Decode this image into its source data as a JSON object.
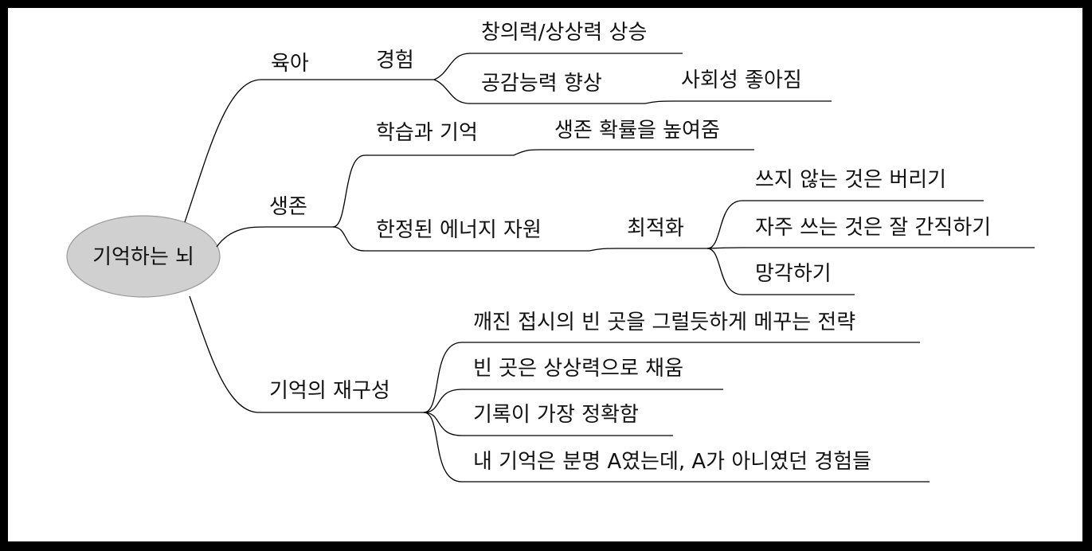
{
  "root": {
    "label": "기억하는 뇌",
    "fill": "#d0d0d0"
  },
  "branches": {
    "parenting": {
      "label": "육아",
      "experience": {
        "label": "경험",
        "creativity": "창의력/상상력 상승",
        "empathy": "공감능력 향상",
        "sociality": "사회성 좋아짐"
      }
    },
    "survival": {
      "label": "생존",
      "learning": {
        "label": "학습과 기억",
        "survival_rate": "생존 확률을 높여줌"
      },
      "energy": {
        "label": "한정된 에너지 자원",
        "optimization": {
          "label": "최적화",
          "discard": "쓰지 않는 것은 버리기",
          "keep": "자주 쓰는 것은 잘 간직하기",
          "forget": "망각하기"
        }
      }
    },
    "reconstruction": {
      "label": "기억의 재구성",
      "broken_plate": "깨진 접시의 빈 곳을 그럴듯하게 메꾸는 전략",
      "imagination_fill": "빈 곳은 상상력으로 채움",
      "record": "기록이 가장 정확함",
      "false_memory": "내 기억은 분명 A였는데, A가 아니였던 경험들"
    }
  }
}
